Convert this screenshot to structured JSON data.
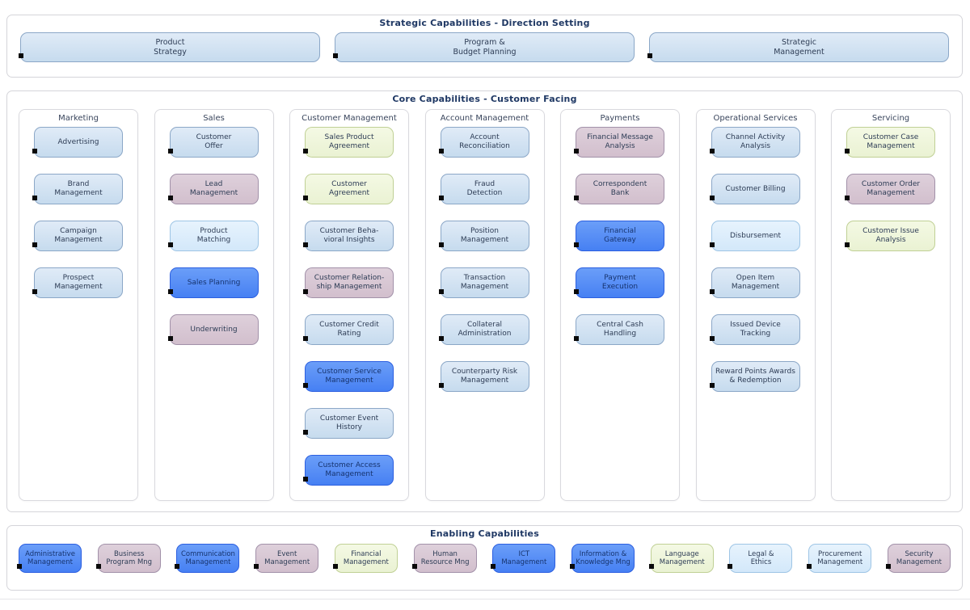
{
  "colors": {
    "heading_text": "#1f3864",
    "label_text": "#2d3c55",
    "box_std_fill": "#cfdfee",
    "box_std_border": "#8ba7c7",
    "box_pale_fill": "#ddedfb",
    "box_pale_border": "#9ec5e5",
    "box_mauve_fill": "#d6c6d3",
    "box_mauve_border": "#a291a9",
    "box_yellow_fill": "#eff6da",
    "box_yellow_border": "#c0d095",
    "box_bright_fill": "#548bf6",
    "box_bright_border": "#2c5fe0",
    "marker": "#0a0a0a"
  },
  "sections": {
    "strategic": {
      "title": "Strategic Capabilities - Direction Setting",
      "items": [
        {
          "label": "Product\nStrategy",
          "type": "std"
        },
        {
          "label": "Program &\nBudget Planning",
          "type": "std"
        },
        {
          "label": "Strategic\nManagement",
          "type": "std"
        }
      ]
    },
    "core": {
      "title": "Core Capabilities - Customer Facing",
      "columns": [
        {
          "title": "Marketing",
          "items": [
            {
              "label": "Advertising",
              "type": "std"
            },
            {
              "label": "Brand\nManagement",
              "type": "std"
            },
            {
              "label": "Campaign\nManagement",
              "type": "std"
            },
            {
              "label": "Prospect\nManagement",
              "type": "std"
            }
          ]
        },
        {
          "title": "Sales",
          "items": [
            {
              "label": "Customer\nOffer",
              "type": "std"
            },
            {
              "label": "Lead\nManagement",
              "type": "mauve"
            },
            {
              "label": "Product\nMatching",
              "type": "pale"
            },
            {
              "label": "Sales Planning",
              "type": "bright"
            },
            {
              "label": "Underwriting",
              "type": "mauve"
            }
          ]
        },
        {
          "title": "Customer Management",
          "items": [
            {
              "label": "Sales Product\nAgreement",
              "type": "yellow"
            },
            {
              "label": "Customer\nAgreement",
              "type": "yellow"
            },
            {
              "label": "Customer Beha-\nvioral Insights",
              "type": "std"
            },
            {
              "label": "Customer Relation-\nship Management",
              "type": "mauve"
            },
            {
              "label": "Customer Credit\nRating",
              "type": "std"
            },
            {
              "label": "Customer Service\nManagement",
              "type": "bright"
            },
            {
              "label": "Customer Event\nHistory",
              "type": "std"
            },
            {
              "label": "Customer Access\nManagement",
              "type": "bright"
            }
          ]
        },
        {
          "title": "Account Management",
          "items": [
            {
              "label": "Account\nReconciliation",
              "type": "std"
            },
            {
              "label": "Fraud\nDetection",
              "type": "std"
            },
            {
              "label": "Position\nManagement",
              "type": "std"
            },
            {
              "label": "Transaction\nManagement",
              "type": "std"
            },
            {
              "label": "Collateral\nAdministration",
              "type": "std"
            },
            {
              "label": "Counterparty Risk\nManagement",
              "type": "std"
            }
          ]
        },
        {
          "title": "Payments",
          "items": [
            {
              "label": "Financial Message\nAnalysis",
              "type": "mauve"
            },
            {
              "label": "Correspondent\nBank",
              "type": "mauve"
            },
            {
              "label": "Financial\nGateway",
              "type": "bright"
            },
            {
              "label": "Payment\nExecution",
              "type": "bright"
            },
            {
              "label": "Central Cash\nHandling",
              "type": "std"
            }
          ]
        },
        {
          "title": "Operational Services",
          "items": [
            {
              "label": "Channel Activity\nAnalysis",
              "type": "std"
            },
            {
              "label": "Customer Billing",
              "type": "std"
            },
            {
              "label": "Disbursement",
              "type": "pale"
            },
            {
              "label": "Open Item\nManagement",
              "type": "std"
            },
            {
              "label": "Issued Device\nTracking",
              "type": "std"
            },
            {
              "label": "Reward Points Awards\n& Redemption",
              "type": "std"
            }
          ]
        },
        {
          "title": "Servicing",
          "items": [
            {
              "label": "Customer Case\nManagement",
              "type": "yellow"
            },
            {
              "label": "Customer Order\nManagement",
              "type": "mauve"
            },
            {
              "label": "Customer Issue\nAnalysis",
              "type": "yellow"
            }
          ]
        }
      ]
    },
    "enabling": {
      "title": "Enabling Capabilities",
      "items": [
        {
          "label": "Administrative\nManagement",
          "type": "bright"
        },
        {
          "label": "Business\nProgram Mng",
          "type": "mauve"
        },
        {
          "label": "Communication\nManagement",
          "type": "bright"
        },
        {
          "label": "Event\nManagement",
          "type": "mauve"
        },
        {
          "label": "Financial\nManagement",
          "type": "yellow"
        },
        {
          "label": "Human\nResource Mng",
          "type": "mauve"
        },
        {
          "label": "ICT\nManagement",
          "type": "bright"
        },
        {
          "label": "Information &\nKnowledge Mng",
          "type": "bright"
        },
        {
          "label": "Language\nManagement",
          "type": "yellow"
        },
        {
          "label": "Legal &\nEthics",
          "type": "pale"
        },
        {
          "label": "Procurement\nManagement",
          "type": "pale"
        },
        {
          "label": "Security\nManagement",
          "type": "mauve"
        }
      ]
    }
  }
}
